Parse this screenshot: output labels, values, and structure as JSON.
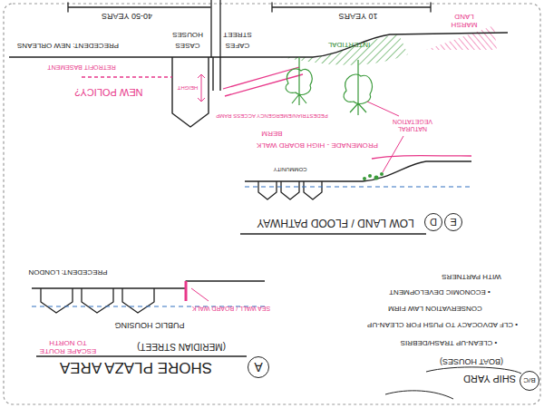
{
  "diagram": {
    "nodes": [
      {
        "text": [
          "B/C"
        ]
      },
      {
        "text": [
          "A"
        ]
      },
      {
        "text": [
          "E"
        ]
      },
      {
        "text": [
          "D"
        ]
      }
    ],
    "labels": [
      "40-50 YEARS",
      "10 YEARS",
      "MARSH LAND",
      "PRECEDENT: NEW ORLEANS",
      "HOUSES",
      "CASES",
      "STREET",
      "CAFES",
      "INTERTIDAL",
      "RETROFIT BASEMENT",
      "NEW POLICY?",
      "HEIGHT",
      "PEDESTRIAN/EMERGENCY ACCESS RAMP",
      "NATURAL VEGETATION",
      "BERM",
      "PROMENADE - HIGH BOARD WALK",
      "COMMUNITY",
      "LOW LAND / FLOOD PATHWAY",
      "SHORE PLAZA AREA",
      "(MERIDIAN STREET)",
      "ESCAPE ROUTE TO NORTH",
      "PUBLIC HOUSING",
      "SEA WALL / BOARD WALK",
      "PRECEDENT: LONDON",
      "SHIP YARD",
      "(BOAT HOUSES)",
      "• CLEAN-UP TRASH/DEBRIS",
      "• CLF ADVOCACY TO PUSH FOR CLEAN-UP",
      "CONSERVATION LAW FIRM",
      "• ECONOMIC DEVELOPMENT",
      "WITH PARTNERS"
    ]
  }
}
